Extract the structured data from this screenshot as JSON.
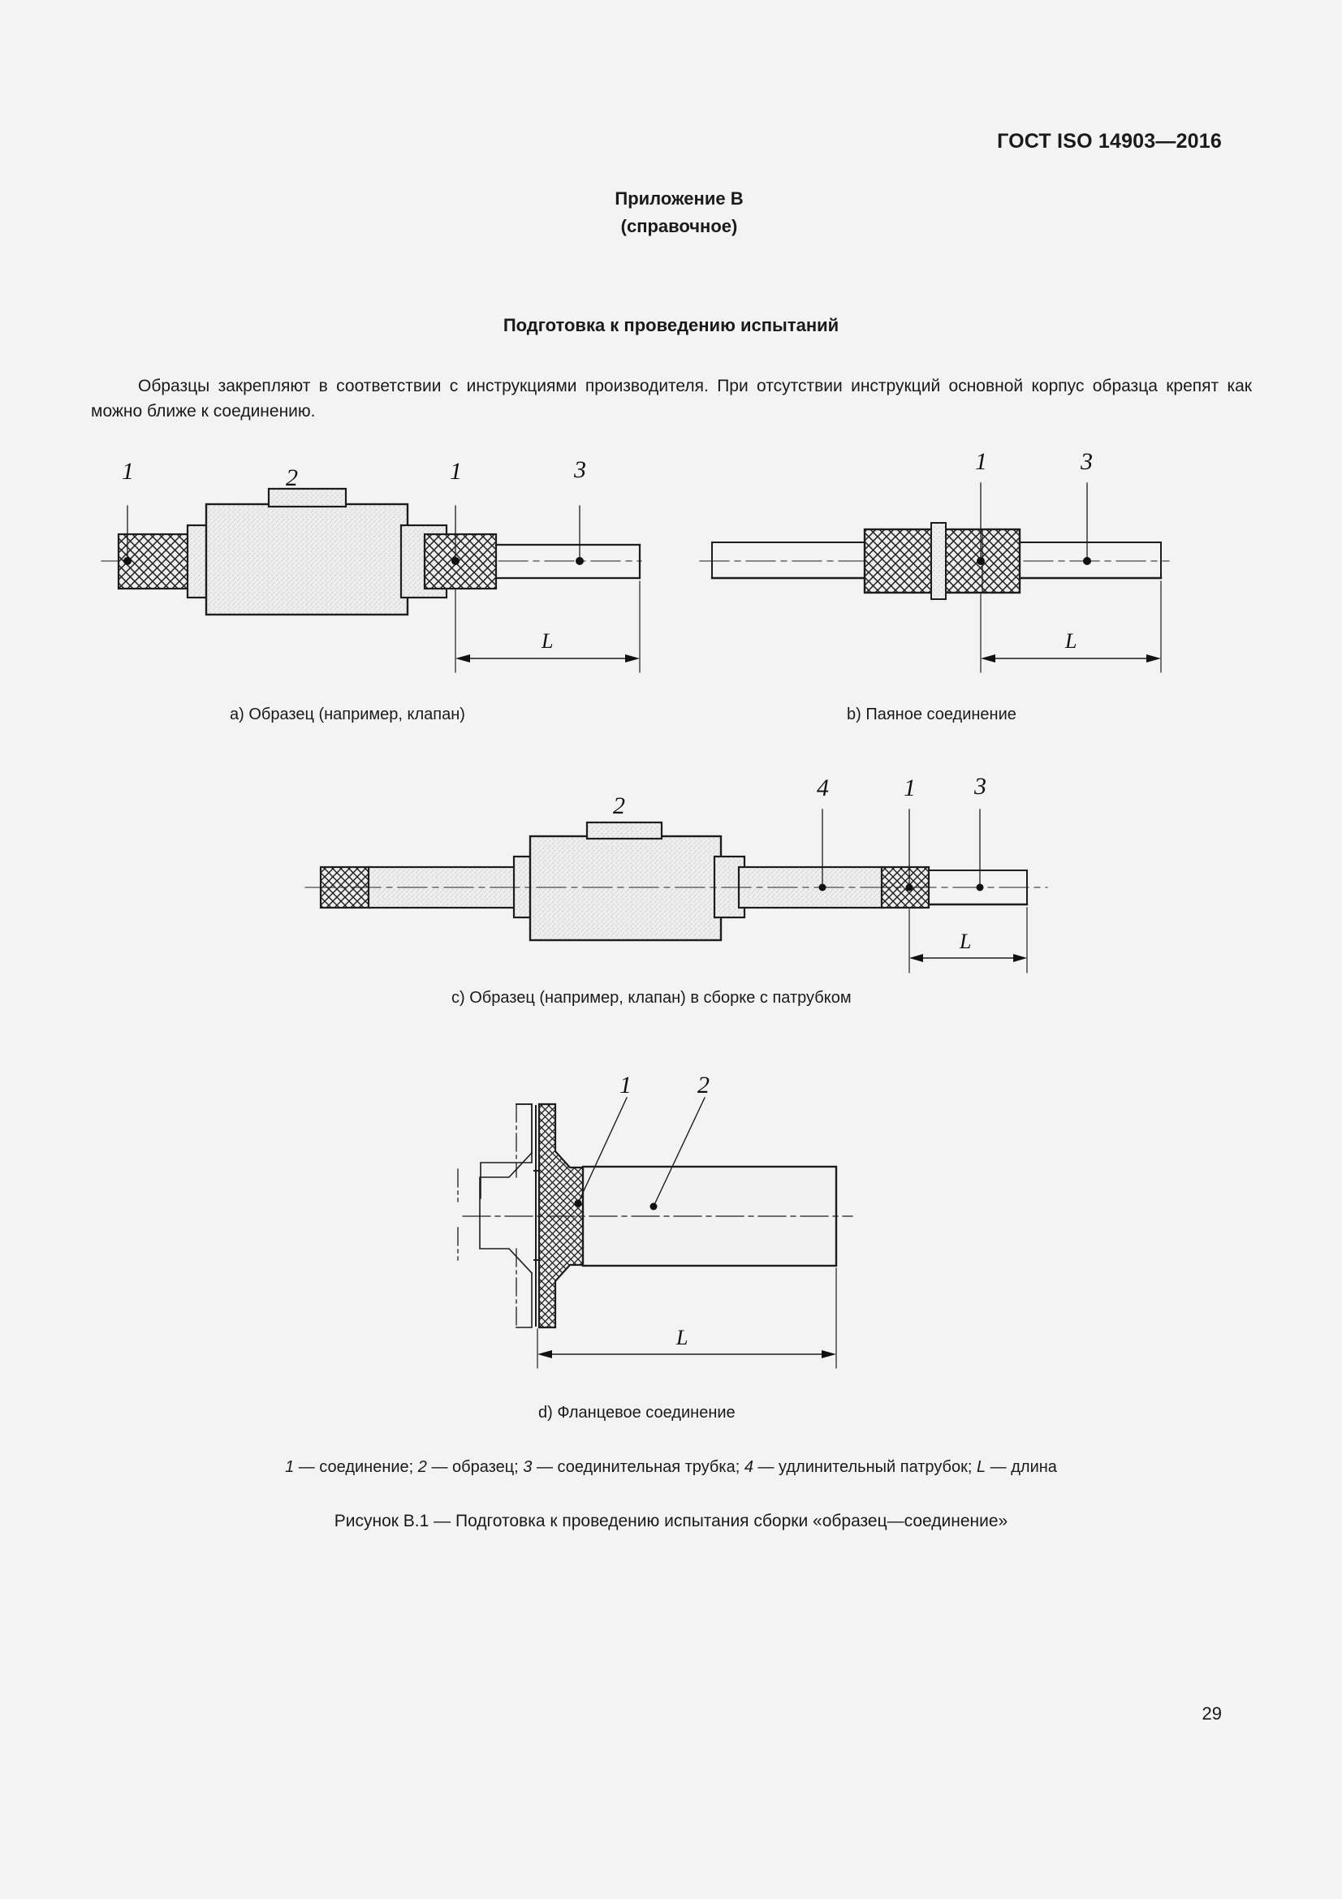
{
  "document": {
    "standard_id": "ГОСТ ISO 14903—2016",
    "page_number": "29"
  },
  "annex": {
    "title": "Приложение В",
    "subtitle": "(справочное)"
  },
  "section": {
    "title": "Подготовка к проведению испытаний"
  },
  "body": {
    "paragraph": "Образцы закрепляют в соответствии с инструкциями производителя. При отсутствии инструкций основной корпус образца крепят как можно ближе к соединению."
  },
  "figure": {
    "captions": {
      "a": "a) Образец (например, клапан)",
      "b": "b) Паяное соединение",
      "c": "c) Образец (например, клапан) в сборке с патрубком",
      "d": "d) Фланцевое соединение"
    },
    "legend": "1 — соединение; 2 — образец; 3 — соединительная трубка; 4 — удлинительный патрубок; L — длина",
    "title": "Рисунок В.1 — Подготовка к проведению испытания сборки «образец—соединение»",
    "callouts": {
      "one": "1",
      "two": "2",
      "three": "3",
      "four": "4",
      "length": "L"
    }
  },
  "colors": {
    "page_background": "#f3f3f3",
    "ink": "#1a1a1a",
    "line": "#1d1d1d",
    "fill_light": "#f0f0f0"
  }
}
